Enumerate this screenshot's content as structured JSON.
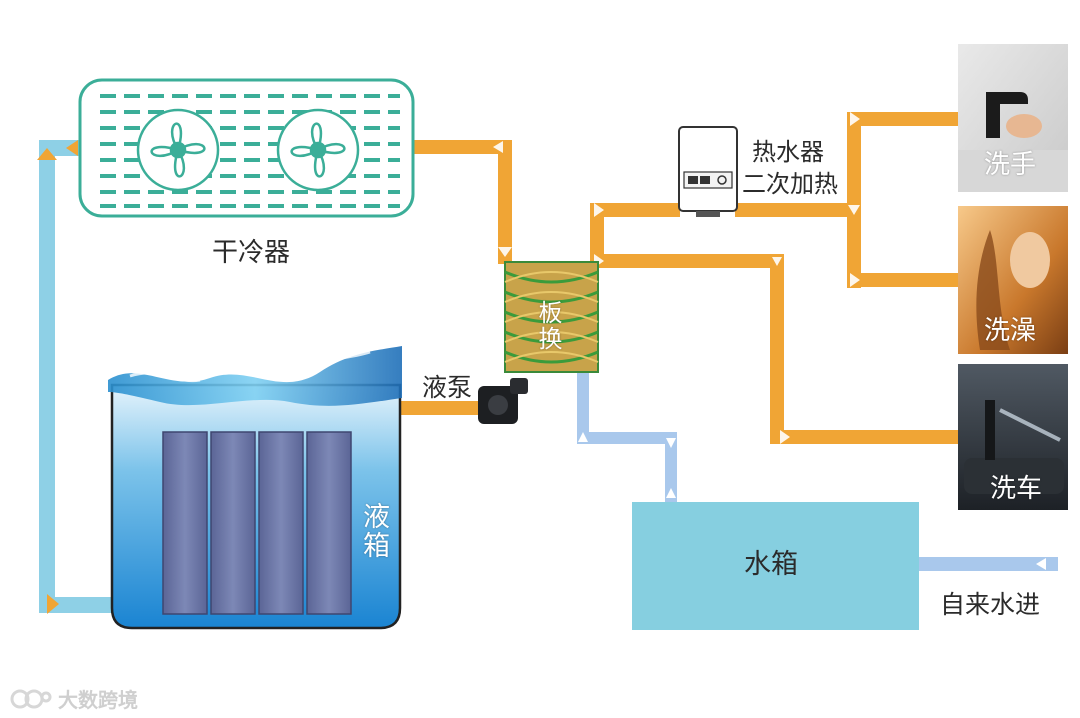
{
  "labels": {
    "dry_cooler": "干冷器",
    "plate_hx": "板换",
    "liquid_pump": "液泵",
    "liquid_tank": "液箱",
    "water_heater_line1": "热水器",
    "water_heater_line2": "二次加热",
    "water_tank": "水箱",
    "tap_water_in": "自来水进",
    "wash_hands": "洗手",
    "shower": "洗澡",
    "car_wash": "洗车"
  },
  "watermark": "大数跨境",
  "colors": {
    "hot_pipe": "#f0a535",
    "cold_pipe_outer": "#8ed0e6",
    "cold_pipe_return": "#a9c8ec",
    "water_tank": "#86cfe0",
    "cooler_outline": "#3bae98",
    "tank_water_top": "#dff1fb",
    "tank_water_bottom": "#1e8ad6",
    "server_module": "#6a75a3"
  },
  "icons": [
    "water-heater-icon",
    "pump-icon",
    "faucet-photo",
    "shower-photo",
    "car-wash-photo",
    "fan-icon",
    "wave-icon"
  ]
}
